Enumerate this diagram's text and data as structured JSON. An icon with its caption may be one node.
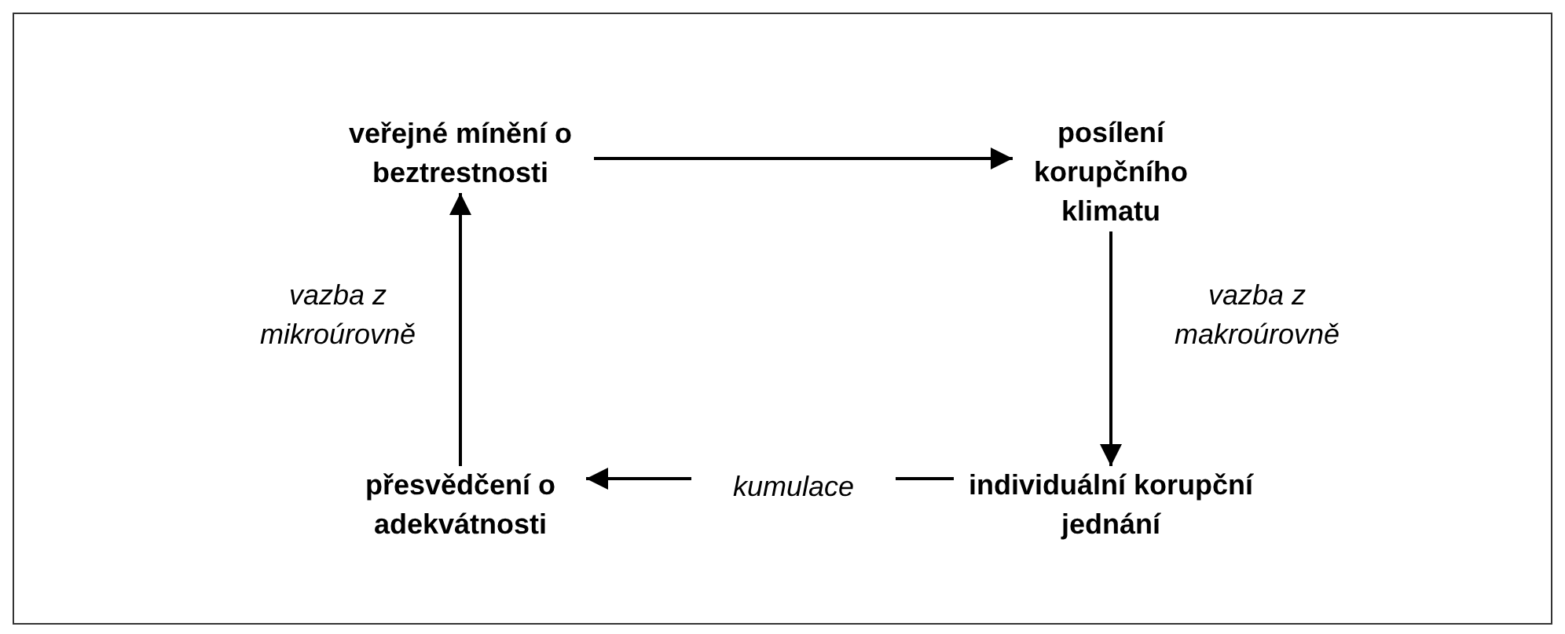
{
  "diagram": {
    "nodes": [
      {
        "text": [
          "veřejné mínění o beztrestnosti"
        ]
      },
      {
        "text": [
          "posílení korupčního klimatu"
        ]
      },
      {
        "text": [
          "individuální korupční jednání"
        ]
      },
      {
        "text": [
          "přesvědčení o adekvátnosti"
        ]
      }
    ],
    "edges": [
      {
        "from": 0,
        "to": 1,
        "arrow": "to"
      },
      {
        "from": 1,
        "to": 2,
        "arrow": "to",
        "label": "vazba z makroúrovně"
      },
      {
        "from": 2,
        "to": 3,
        "arrow": "to",
        "label": "kumulace"
      },
      {
        "from": 3,
        "to": 0,
        "arrow": "to",
        "label": "vazba z mikroúrovně"
      }
    ]
  }
}
